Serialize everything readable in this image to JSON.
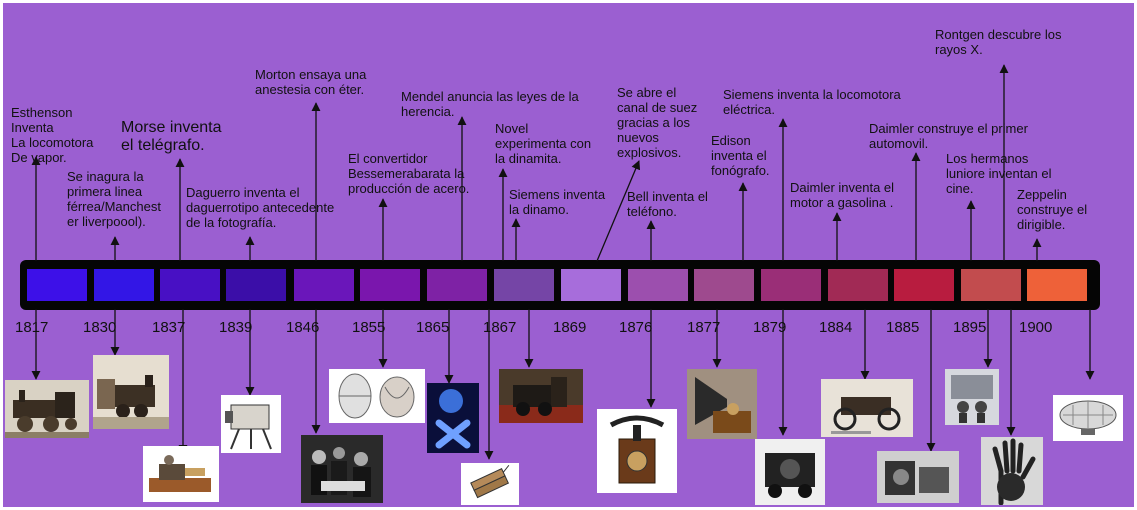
{
  "timeline": {
    "colors": [
      "#3d10e8",
      "#3316e6",
      "#4810c4",
      "#3b0ea8",
      "#6a16ba",
      "#7a16ad",
      "#7e22a5",
      "#7545a6",
      "#a76ddb",
      "#9c4fae",
      "#9e4a8e",
      "#9a2e77",
      "#a12a55",
      "#b81c3f",
      "#c24c4e",
      "#ee6139"
    ],
    "years": [
      "1817",
      "1830",
      "1837",
      "1839",
      "1846",
      "1855",
      "1865",
      "1867",
      "1869",
      "1876",
      "1877",
      "1879",
      "1884",
      "1885",
      "1895",
      "1900"
    ]
  },
  "events": [
    "Esthenson\nInventa\nLa locomotora\nDe vapor.",
    "Se inagura la\nprimera linea\nférrea/Manchest\ner liverpoool).",
    "Morse inventa\nel telégrafo.",
    "Daguerro inventa el\ndaguerrotipo antecedente\nde la fotografía.",
    "Morton ensaya una\nanestesia con éter.",
    "El convertidor\nBessemerabarata la\nproducción de acero.",
    "Mendel anuncia las leyes de la\nherencia.",
    "Novel\nexperimenta con\nla dinamita.",
    "Siemens inventa\nla dinamo.",
    "Se abre el\ncanal de suez\ngracias a los\nnuevos\nexplosivos.",
    "Bell inventa el\nteléfono.",
    "Edison\ninventa el\nfonógrafo.",
    "Siemens inventa la locomotora\neléctrica.",
    "Daimler inventa el\nmotor a gasolina .",
    "Daimler construye el primer\nautomovil.",
    "Los hermanos\nluniore inventan el\ncine.",
    "Rontgen descubre los\nrayos X.",
    "Zeppelin\nconstruye el\ndirigible."
  ],
  "pictures": [
    "locomotive-photo",
    "train-station-photo",
    "telegraph-photo",
    "camera-photo",
    "anesthesia-photo",
    "converter-photo",
    "chromosome-photo",
    "dynamite-photo",
    "dynamo-photo",
    "telephone-photo",
    "phonograph-photo",
    "electric-locomotive-photo",
    "car-photo",
    "engine-photo",
    "cinema-photo",
    "xray-hand-photo",
    "airship-photo"
  ]
}
